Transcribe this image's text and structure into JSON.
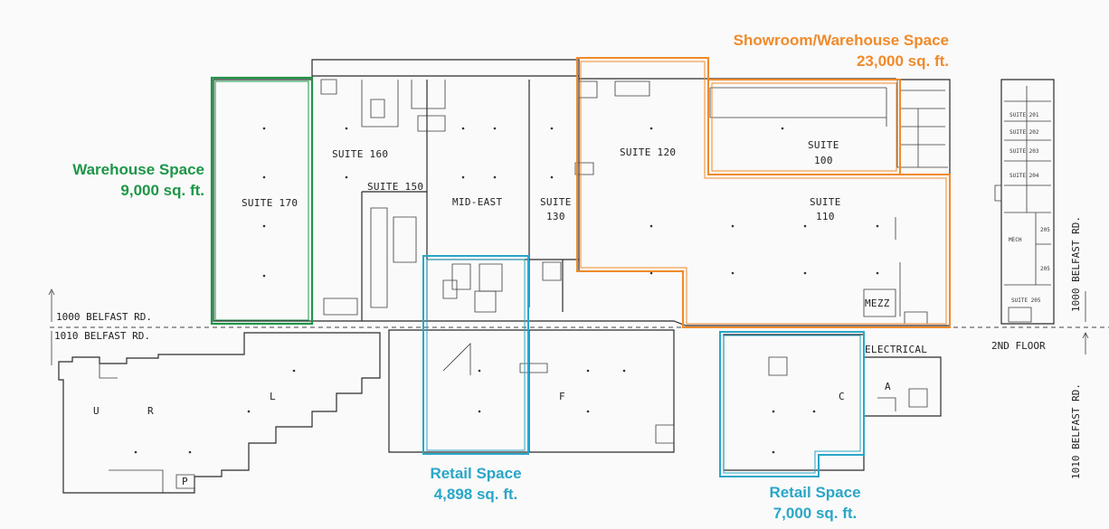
{
  "colors": {
    "warehouse": "#1e9648",
    "showroom": "#f08a2a",
    "retail": "#2aa6c8",
    "linework": "#2b2b2b"
  },
  "callouts": {
    "showroom": {
      "title": "Showroom/Warehouse Space",
      "area": "23,000 sq. ft."
    },
    "warehouse": {
      "title": "Warehouse Space",
      "area": "9,000 sq. ft."
    },
    "retail_f": {
      "title": "Retail Space",
      "area": "4,898 sq. ft."
    },
    "retail_c": {
      "title": "Retail Space",
      "area": "7,000 sq. ft."
    }
  },
  "rooms": {
    "suite_170": "SUITE 170",
    "suite_160": "SUITE 160",
    "suite_150": "SUITE 150",
    "mid_east": "MID-EAST",
    "suite_130_a": "SUITE",
    "suite_130_b": "130",
    "suite_120": "SUITE 120",
    "suite_100_a": "SUITE",
    "suite_100_b": "100",
    "suite_110_a": "SUITE",
    "suite_110_b": "110",
    "mezz": "MEZZ",
    "electrical": "ELECTRICAL",
    "unit_u": "U",
    "unit_r": "R",
    "unit_l": "L",
    "unit_p": "P",
    "unit_f": "F",
    "unit_c": "C",
    "unit_a": "A",
    "mech": "MECH"
  },
  "second_floor": {
    "label": "2ND FLOOR",
    "suites": [
      "SUITE 201",
      "SUITE 202",
      "SUITE 203",
      "SUITE 204",
      "205",
      "205",
      "SUITE 205"
    ]
  },
  "roads": {
    "upper_line": "1000 BELFAST RD.",
    "lower_line": "1010 BELFAST RD.",
    "right_upper": "1000 BELFAST RD.",
    "right_lower": "1010 BELFAST RD."
  }
}
